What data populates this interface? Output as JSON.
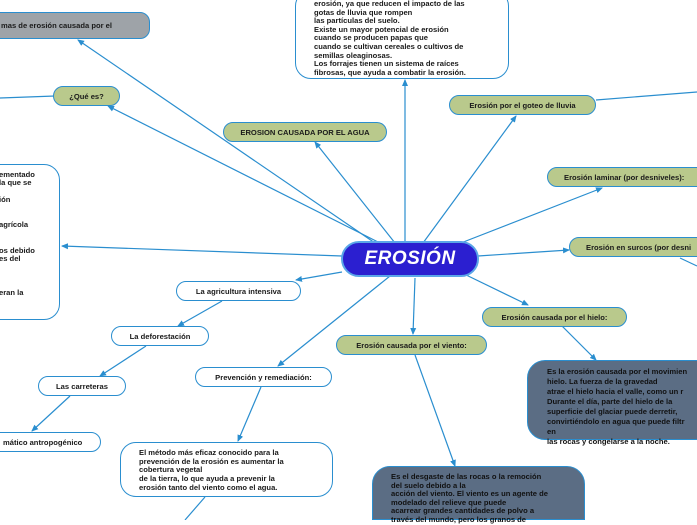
{
  "center": "EROSIÓN",
  "nodes": {
    "problemas": "mas de erosión causada por el",
    "que_es": "¿Qué es?",
    "erosion_agua": "EROSION CAUSADA POR EL AGUA",
    "goteo": "Erosión por el goteo de lluvia",
    "laminar": "Erosión laminar (por desniveles):",
    "surcos": "Erosión en surcos (por desni",
    "hielo": "Erosión causada por el hielo:",
    "viento": "Erosión causada por el viento:",
    "prevencion": "Prevención y remediación:",
    "agricultura": "La agricultura intensiva",
    "deforestacion": "La deforestación",
    "carreteras": "Las carreteras",
    "climatico": "mático antropogénico"
  },
  "texts": {
    "agua_detail": [
      "erosión, ya que reducen el impacto de las",
      "gotas de lluvia que rompen",
      "las partículas del suelo.",
      "Existe un mayor potencial de erosión",
      "cuando se producen papas que",
      "cuando se cultivan cereales o cultivos de",
      "semillas oleaginosas.",
      "Los forrajes tienen un sistema de raíces",
      "fibrosas, que ayuda a combatir la erosión."
    ],
    "left_detail": [
      "ementado",
      "la que se",
      "",
      "ión",
      "",
      "",
      "agrícola",
      "",
      "",
      "os debido",
      "es del",
      "",
      "",
      "",
      "eran la"
    ],
    "hielo_detail": [
      "Es la erosión causada por el movimien",
      "hielo. La fuerza de la gravedad",
      "atrae el hielo hacia el valle, como un r",
      "Durante el día, parte del hielo de la",
      "superficie del glaciar puede derretir,",
      "convirtiéndolo en agua que puede filtr",
      "en",
      "las rocas y congelarse a la noche."
    ],
    "viento_detail": [
      "Es el desgaste de las rocas o la remoción",
      "del suelo debido a la",
      "acción del viento. El viento es un agente de",
      "modelado del relieve que puede",
      "acarrear grandes cantidades de polvo a",
      "través del mundo, pero los granos de"
    ],
    "prevencion_detail": [
      "El método más eficaz conocido para la",
      "prevención de la erosión es aumentar la",
      "cobertura vegetal",
      "de la tierra, lo que ayuda a prevenir la",
      "erosión tanto del viento como el agua."
    ]
  }
}
